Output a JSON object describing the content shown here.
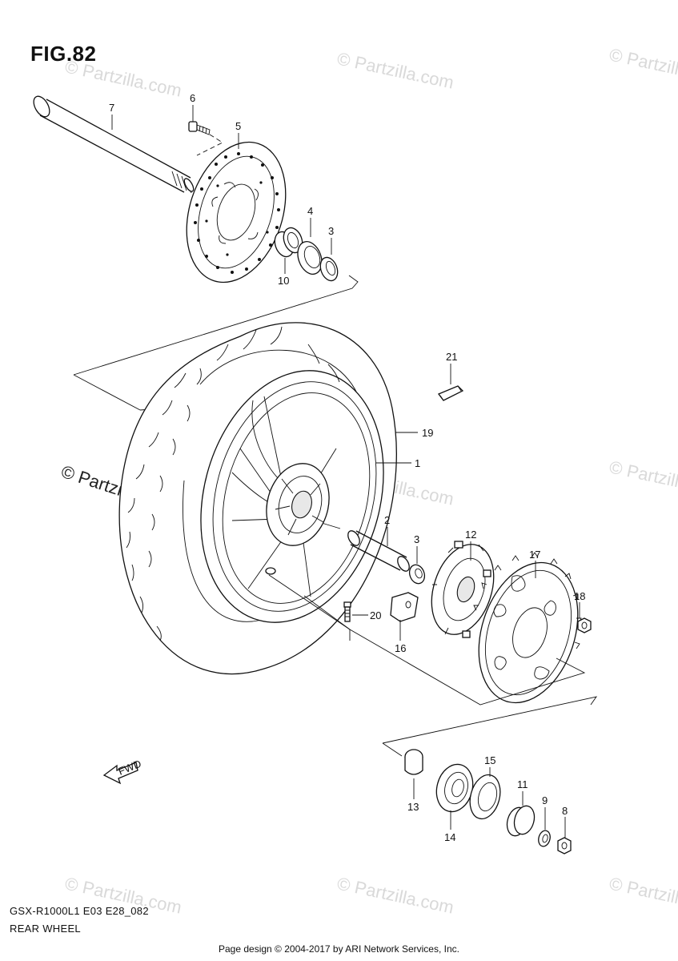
{
  "figure": {
    "title": "FIG.82"
  },
  "parts": [
    {
      "number": "1"
    },
    {
      "number": "2"
    },
    {
      "number": "3"
    },
    {
      "number": "3"
    },
    {
      "number": "4"
    },
    {
      "number": "5"
    },
    {
      "number": "6"
    },
    {
      "number": "7"
    },
    {
      "number": "8"
    },
    {
      "number": "9"
    },
    {
      "number": "10"
    },
    {
      "number": "11"
    },
    {
      "number": "12"
    },
    {
      "number": "13"
    },
    {
      "number": "14"
    },
    {
      "number": "15"
    },
    {
      "number": "16"
    },
    {
      "number": "17"
    },
    {
      "number": "18"
    },
    {
      "number": "19"
    },
    {
      "number": "20"
    },
    {
      "number": "21"
    }
  ],
  "fwd_label": "FWD",
  "watermark": {
    "text": "© Partzilla.com"
  },
  "footer": {
    "model_code": "GSX-R1000L1 E03 E28_082",
    "section": "REAR WHEEL",
    "page_design": "Page design © 2004-2017 by ARI Network Services, Inc."
  }
}
